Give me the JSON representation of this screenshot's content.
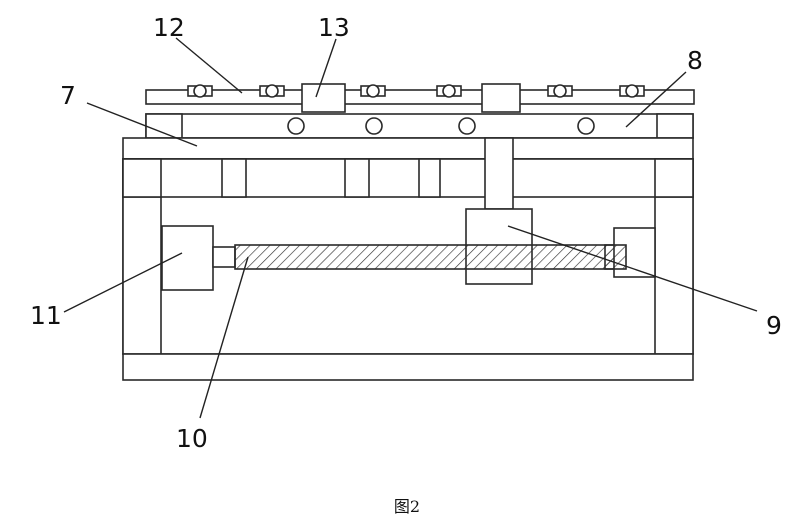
{
  "figure": {
    "caption": "图2",
    "callouts": [
      {
        "id": "7",
        "text": "7"
      },
      {
        "id": "8",
        "text": "8"
      },
      {
        "id": "9",
        "text": "9"
      },
      {
        "id": "10",
        "text": "10"
      },
      {
        "id": "11",
        "text": "11"
      },
      {
        "id": "12",
        "text": "12"
      },
      {
        "id": "13",
        "text": "13"
      }
    ]
  }
}
